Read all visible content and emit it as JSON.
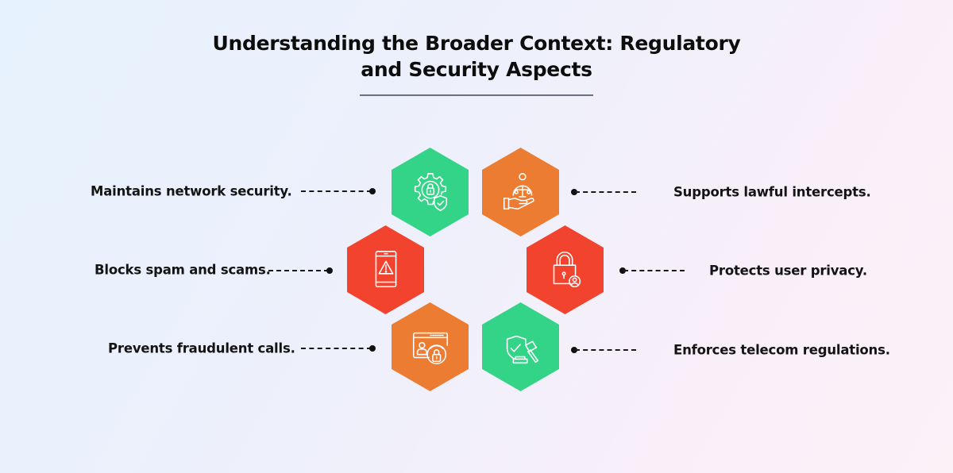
{
  "title": {
    "line1": "Understanding the Broader Context: Regulatory",
    "line2": "and Security Aspects"
  },
  "colors": {
    "green": "#34d488",
    "orange": "#ec7c31",
    "red": "#f2432f",
    "background_start": "#e6f2fd",
    "background_end": "#fdf1f8"
  },
  "items": [
    {
      "label": "Maintains network security.",
      "side": "left",
      "color": "green",
      "icon": "gear-lock-shield-icon"
    },
    {
      "label": "Blocks spam and scams.",
      "side": "left",
      "color": "red",
      "icon": "phone-warning-icon"
    },
    {
      "label": "Prevents fraudulent calls.",
      "side": "left",
      "color": "orange",
      "icon": "id-card-lock-icon"
    },
    {
      "label": "Supports lawful intercepts.",
      "side": "right",
      "color": "orange",
      "icon": "hand-justice-scale-icon"
    },
    {
      "label": "Protects user privacy.",
      "side": "right",
      "color": "red",
      "icon": "padlock-user-icon"
    },
    {
      "label": "Enforces telecom regulations.",
      "side": "right",
      "color": "green",
      "icon": "shield-gavel-icon"
    }
  ]
}
